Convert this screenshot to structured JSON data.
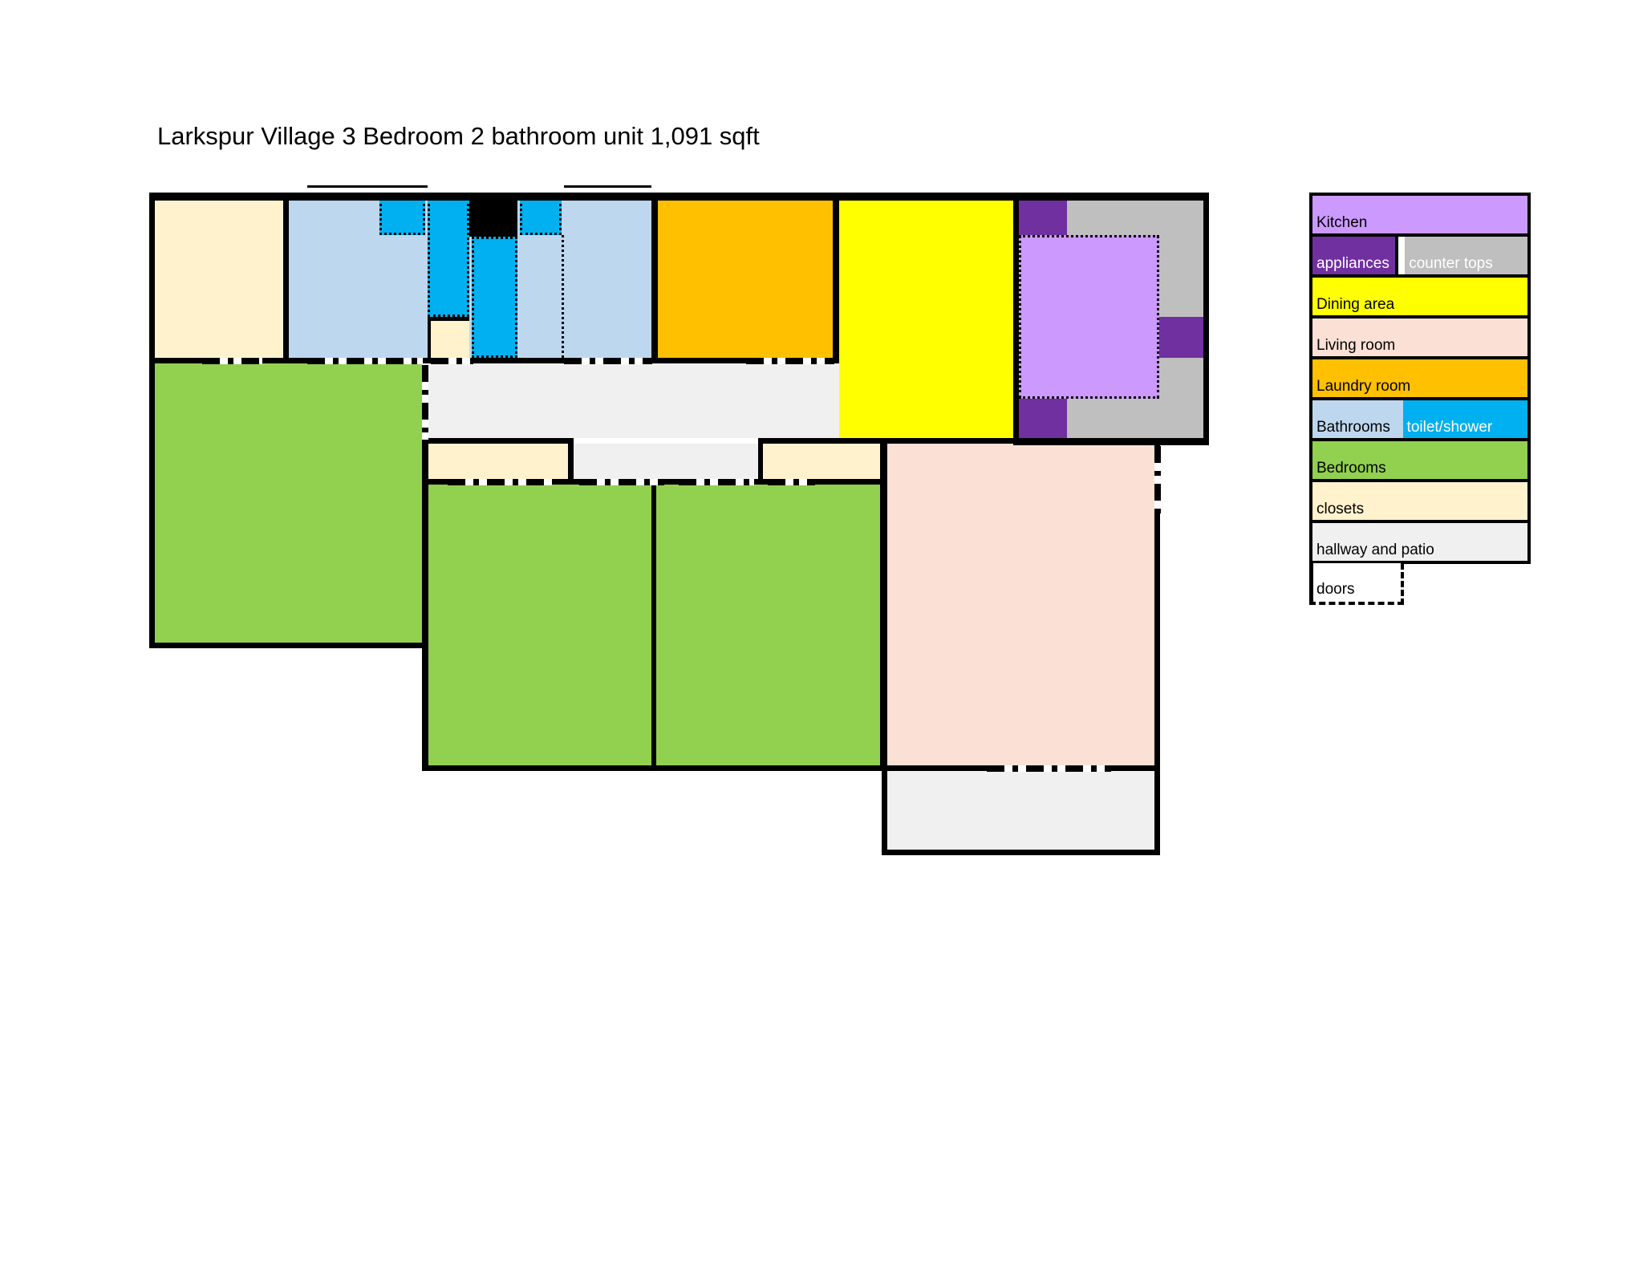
{
  "title": "Larkspur Village 3 Bedroom 2 bathroom unit 1,091 sqft",
  "colors": {
    "kitchen": "#CC99FF",
    "appliances": "#7030A0",
    "counter_tops": "#BFBFBF",
    "dining": "#FFFF00",
    "living": "#FBE0D5",
    "laundry": "#FFC000",
    "bathroom": "#BDD7EE",
    "toilet_shower": "#00B0F0",
    "bedroom": "#92D050",
    "closet": "#FFF2CC",
    "hallway_patio": "#F0F0F0",
    "appliance_black": "#000000"
  },
  "legend": {
    "rows": [
      {
        "cells": [
          {
            "label": "Kitchen",
            "color_key": "kitchen",
            "text": "#000000",
            "width": 100
          }
        ]
      },
      {
        "cells": [
          {
            "label": "appliances",
            "color_key": "appliances",
            "text": "#FFFFFF",
            "width": 40,
            "border_right": true
          },
          {
            "label": "counter tops",
            "color_key": "counter_tops",
            "text": "#FFFFFF",
            "width": 57,
            "gap_before": true
          }
        ]
      },
      {
        "cells": [
          {
            "label": "Dining area",
            "color_key": "dining",
            "text": "#000000",
            "width": 100
          }
        ]
      },
      {
        "cells": [
          {
            "label": "Living room",
            "color_key": "living",
            "text": "#000000",
            "width": 100
          }
        ]
      },
      {
        "cells": [
          {
            "label": "Laundry room",
            "color_key": "laundry",
            "text": "#000000",
            "width": 100
          }
        ]
      },
      {
        "cells": [
          {
            "label": "Bathrooms",
            "color_key": "bathroom",
            "text": "#000000",
            "width": 42
          },
          {
            "label": "toilet/shower",
            "color_key": "toilet_shower",
            "text": "#FFFFFF",
            "width": 58
          }
        ]
      },
      {
        "cells": [
          {
            "label": "Bedrooms",
            "color_key": "bedroom",
            "text": "#000000",
            "width": 100
          }
        ]
      },
      {
        "cells": [
          {
            "label": "closets",
            "color_key": "closet",
            "text": "#000000",
            "width": 100
          }
        ]
      },
      {
        "cells": [
          {
            "label": "hallway and patio",
            "color_key": "hallway_patio",
            "text": "#000000",
            "width": 100
          }
        ]
      }
    ],
    "doors_label": "doors"
  }
}
